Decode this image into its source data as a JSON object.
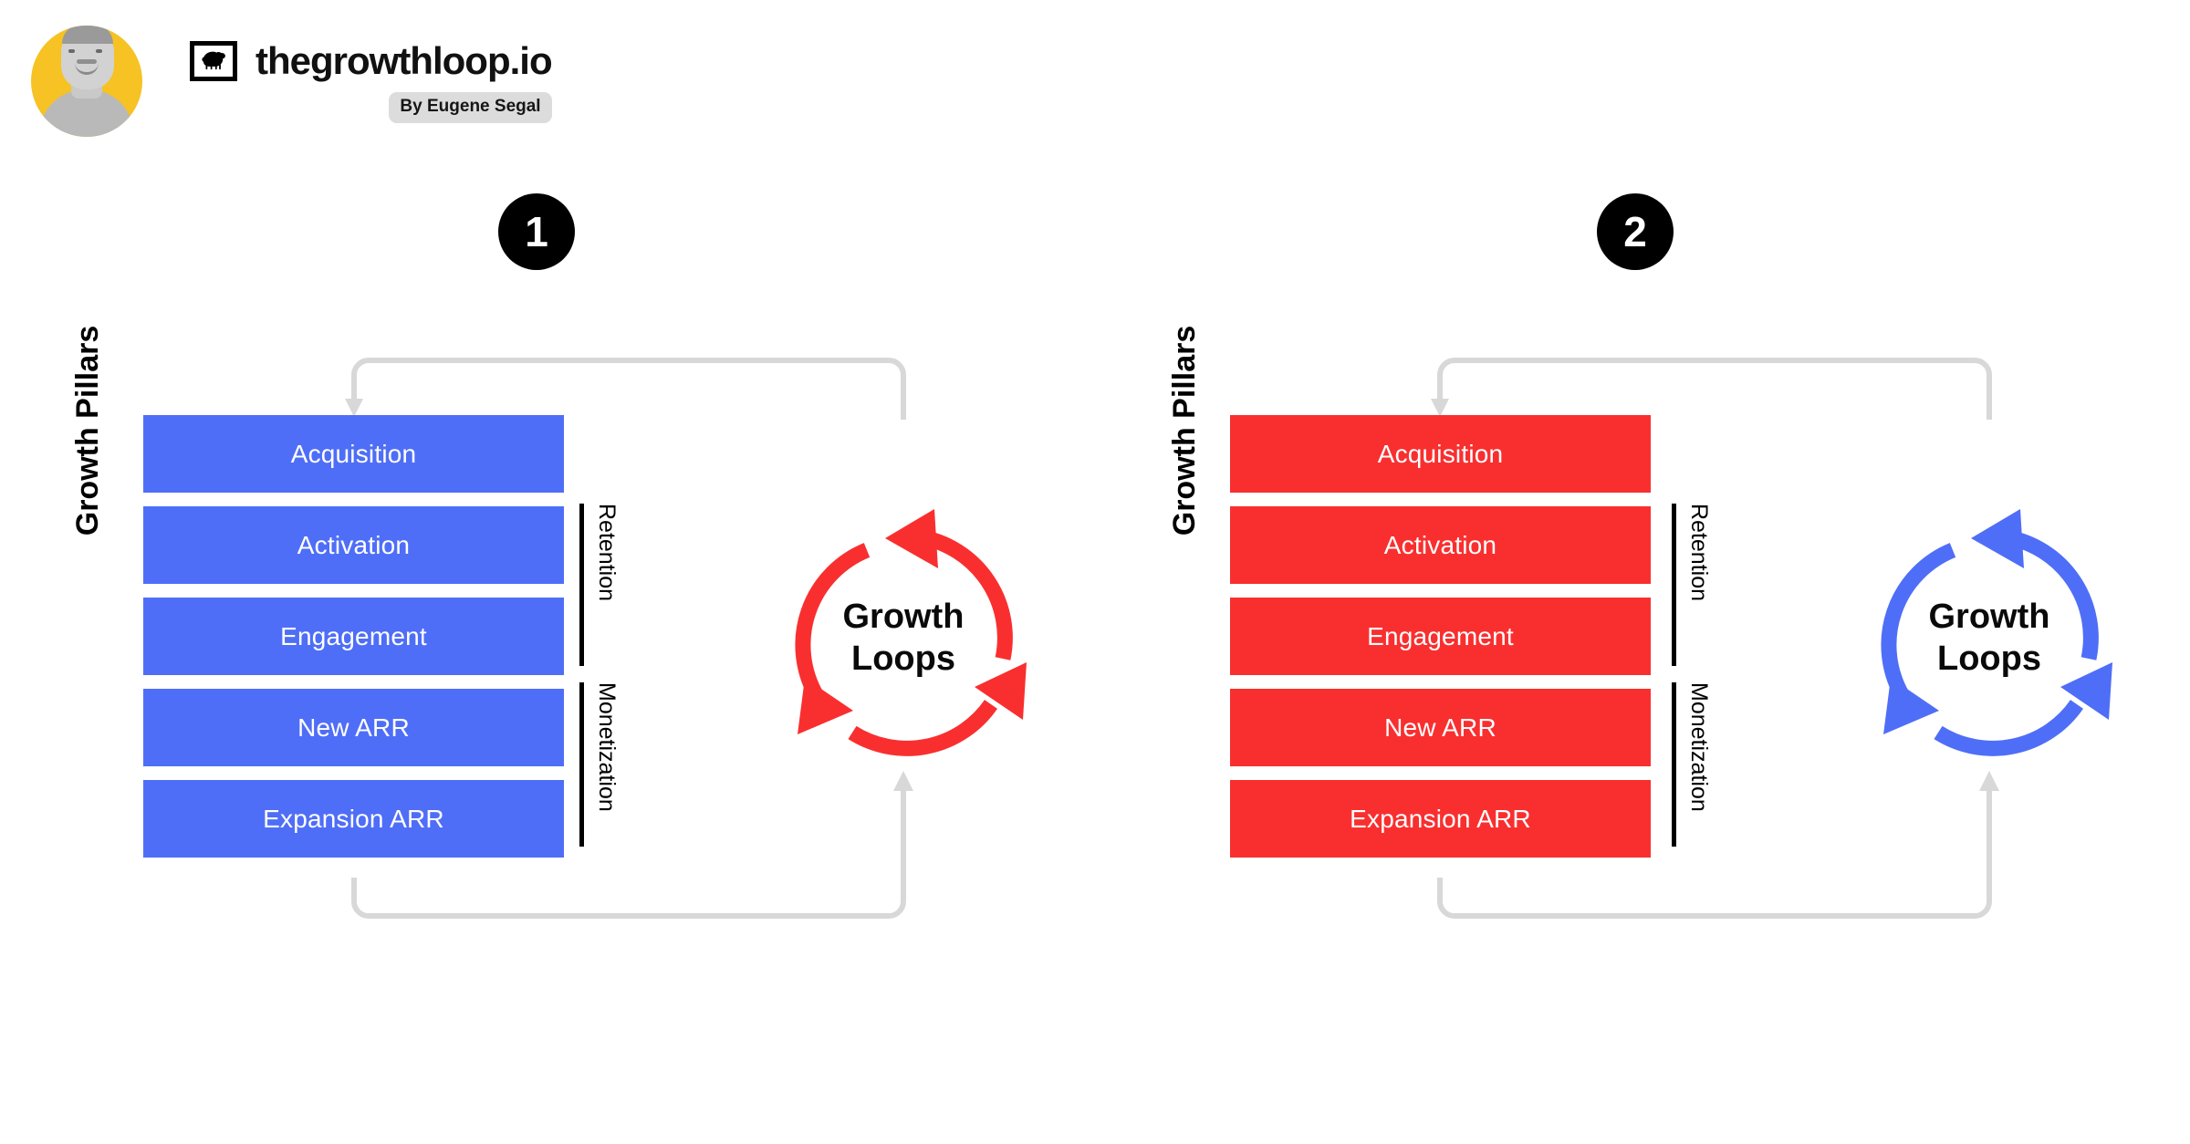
{
  "header": {
    "avatar_alt": "eugene-segal-portrait",
    "avatar_bg": "#F6C224",
    "logo_icon": "sheep-icon",
    "brand_name": "thegrowthloop.io",
    "byline": "By Eugene Segal"
  },
  "colors": {
    "blue": "#4F6EF7",
    "red": "#F92F2F",
    "connector_gray": "#D8D8D8",
    "badge_black": "#000000",
    "byline_bg": "#DCDCDC"
  },
  "panels": [
    {
      "step": "1",
      "pillars_label": "Growth Pillars",
      "accent": "#4F6EF7",
      "loop_accent": "#F92F2F",
      "bars": [
        {
          "label": "Acquisition"
        },
        {
          "label": "Activation"
        },
        {
          "label": "Engagement"
        },
        {
          "label": "New ARR"
        },
        {
          "label": "Expansion ARR"
        }
      ],
      "brackets": [
        {
          "label": "Retention"
        },
        {
          "label": "Monetization"
        }
      ],
      "loop": {
        "line1": "Growth",
        "line2": "Loops"
      }
    },
    {
      "step": "2",
      "pillars_label": "Growth Pillars",
      "accent": "#F92F2F",
      "loop_accent": "#4F6EF7",
      "bars": [
        {
          "label": "Acquisition"
        },
        {
          "label": "Activation"
        },
        {
          "label": "Engagement"
        },
        {
          "label": "New ARR"
        },
        {
          "label": "Expansion ARR"
        }
      ],
      "brackets": [
        {
          "label": "Retention"
        },
        {
          "label": "Monetization"
        }
      ],
      "loop": {
        "line1": "Growth",
        "line2": "Loops"
      }
    }
  ]
}
